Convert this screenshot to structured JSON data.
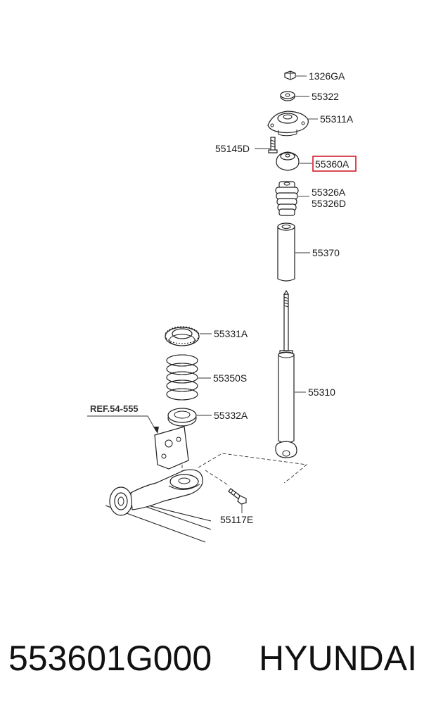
{
  "diagram": {
    "labels": {
      "nut": "1326GA",
      "washer": "55322",
      "mount_bracket": "55311A",
      "bolt_top": "55145D",
      "cap_highlighted": "55360A",
      "bumper_a": "55326A",
      "bumper_d": "55326D",
      "dust_cover": "55370",
      "upper_seat": "55331A",
      "spring": "55350S",
      "lower_seat": "55332A",
      "shock_absorber": "55310",
      "bolt_bottom": "55117E",
      "reference": "REF.54-555"
    },
    "highlight_color": "#d21b2a"
  },
  "footer": {
    "part_number": "553601G000",
    "brand": "HYUNDAI"
  }
}
